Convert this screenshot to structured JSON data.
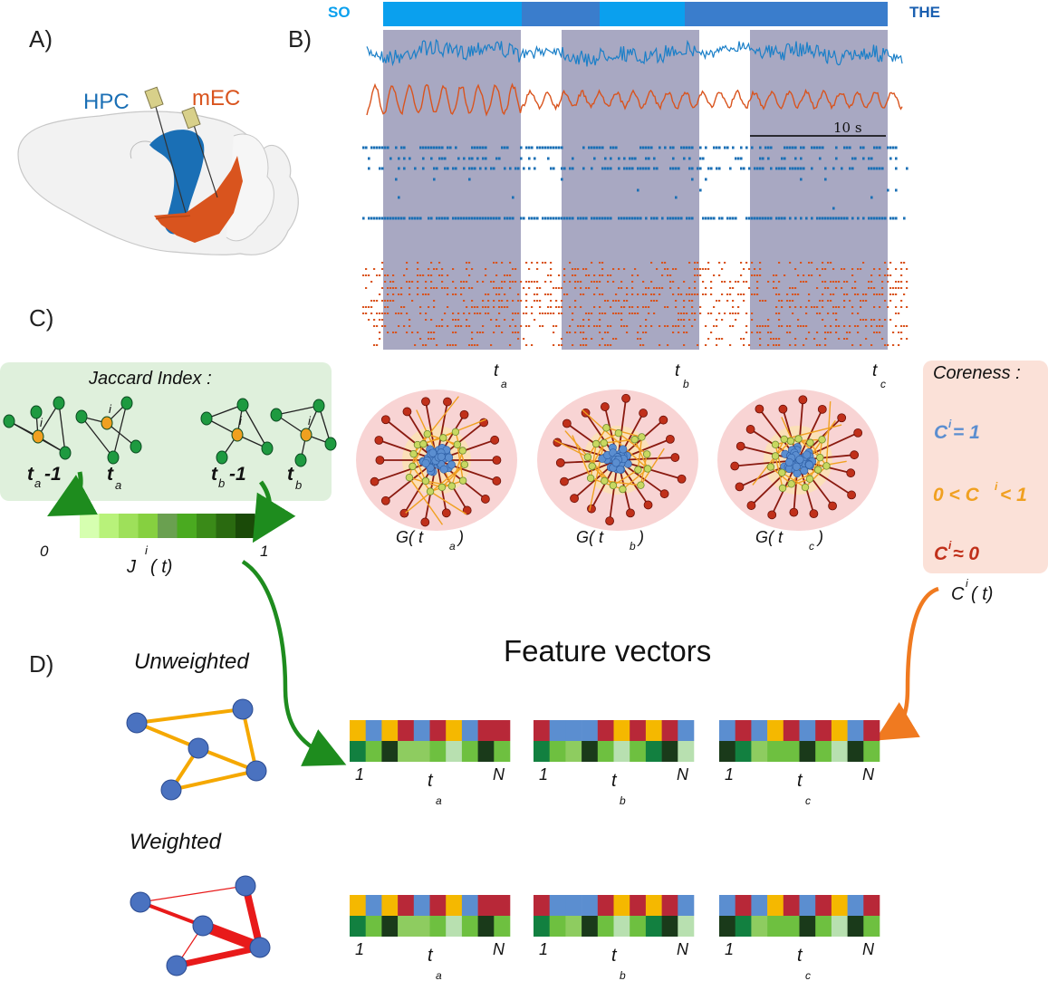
{
  "colors": {
    "hpc_blue": "#1a6fb5",
    "mec_orange": "#d9541e",
    "state_so": "#0aa0ee",
    "state_the": "#3a7dcc",
    "shade": "#a8a8c2",
    "core_blue": "#5b8ed0",
    "mid_orange": "#f0a020",
    "peripheral_red": "#c0301a",
    "jaccard_green": "#1e8c1e",
    "coreness_arrow": "#f07a20",
    "panel_green_bg": "#dff0dc",
    "panel_pink_bg": "#fbe1d8",
    "weighted_edge": "#e81a1a"
  },
  "panels": {
    "a_label": "A)",
    "b_label": "B)",
    "c_label": "C)",
    "d_label": "D)"
  },
  "brain": {
    "hpc_label": "HPC",
    "mec_label": "mEC"
  },
  "state_bar": {
    "left_label": "SO",
    "right_label": "THE"
  },
  "scale_bar_label": "10 s",
  "timepoints": {
    "ta": {
      "main": "t",
      "sub": "a"
    },
    "tb": {
      "main": "t",
      "sub": "b"
    },
    "tc": {
      "main": "t",
      "sub": "c"
    }
  },
  "jaccard": {
    "title": "Jaccard Index :",
    "node_label": "i",
    "graph_labels": [
      {
        "main": "t",
        "sub": "a",
        "suffix": "-1"
      },
      {
        "main": "t",
        "sub": "a",
        "suffix": ""
      },
      {
        "main": "t",
        "sub": "b",
        "suffix": "-1"
      },
      {
        "main": "t",
        "sub": "b",
        "suffix": ""
      }
    ],
    "scale_min": "0",
    "scale_max": "1",
    "scale_colors": [
      "#d6ffb0",
      "#b8f27a",
      "#9ee05a",
      "#86d040",
      "#6aa050",
      "#4aaa20",
      "#3a8a18",
      "#2a6a10",
      "#1a4a08"
    ],
    "formula": {
      "main": "J",
      "sup": "i",
      "args": "( t)"
    }
  },
  "graphs": [
    {
      "main": "G( t",
      "sub": "a",
      "close": ")"
    },
    {
      "main": "G( t",
      "sub": "b",
      "close": ")"
    },
    {
      "main": "G( t",
      "sub": "c",
      "close": ")"
    }
  ],
  "coreness": {
    "title": "Coreness :",
    "items": [
      {
        "text": "C",
        "sup": "i",
        "rest": "= 1",
        "color": "#5b8ed0"
      },
      {
        "text": "0 < C",
        "sup": "i",
        "rest": " < 1",
        "color": "#f0a020"
      },
      {
        "text": "C",
        "sup": "i",
        "rest": " ≈ 0",
        "color": "#c0301a"
      }
    ],
    "formula": {
      "main": "C",
      "sup": "i",
      "args": "( t)"
    }
  },
  "feature_vectors": {
    "title": "Feature vectors",
    "unweighted_label": "Unweighted",
    "weighted_label": "Weighted",
    "index_start": "1",
    "index_end": "N",
    "vectors": [
      {
        "time_main": "t",
        "time_sub": "a",
        "top": [
          "#f5b800",
          "#5b8ed0",
          "#f5b800",
          "#b82838",
          "#5b8ed0",
          "#b82838",
          "#f5b800",
          "#5b8ed0",
          "#b82838",
          "#b82838"
        ],
        "bottom": [
          "#128040",
          "#6ec040",
          "#1a3a1a",
          "#8ecc60",
          "#8ecc60",
          "#6ec040",
          "#b8e0b0",
          "#6ec040",
          "#1a3a1a",
          "#6ec040"
        ]
      },
      {
        "time_main": "t",
        "time_sub": "b",
        "top": [
          "#b82838",
          "#5b8ed0",
          "#5b8ed0",
          "#5b8ed0",
          "#b82838",
          "#f5b800",
          "#b82838",
          "#f5b800",
          "#b82838",
          "#5b8ed0"
        ],
        "bottom": [
          "#128040",
          "#6ec040",
          "#8ecc60",
          "#1a3a1a",
          "#6ec040",
          "#b8e0b0",
          "#6ec040",
          "#128040",
          "#1a3a1a",
          "#b8e0b0"
        ]
      },
      {
        "time_main": "t",
        "time_sub": "c",
        "top": [
          "#5b8ed0",
          "#b82838",
          "#5b8ed0",
          "#f5b800",
          "#b82838",
          "#5b8ed0",
          "#b82838",
          "#f5b800",
          "#5b8ed0",
          "#b82838"
        ],
        "bottom": [
          "#1a3a1a",
          "#128040",
          "#8ecc60",
          "#6ec040",
          "#6ec040",
          "#1a3a1a",
          "#6ec040",
          "#b8e0b0",
          "#1a3a1a",
          "#6ec040"
        ]
      }
    ]
  }
}
